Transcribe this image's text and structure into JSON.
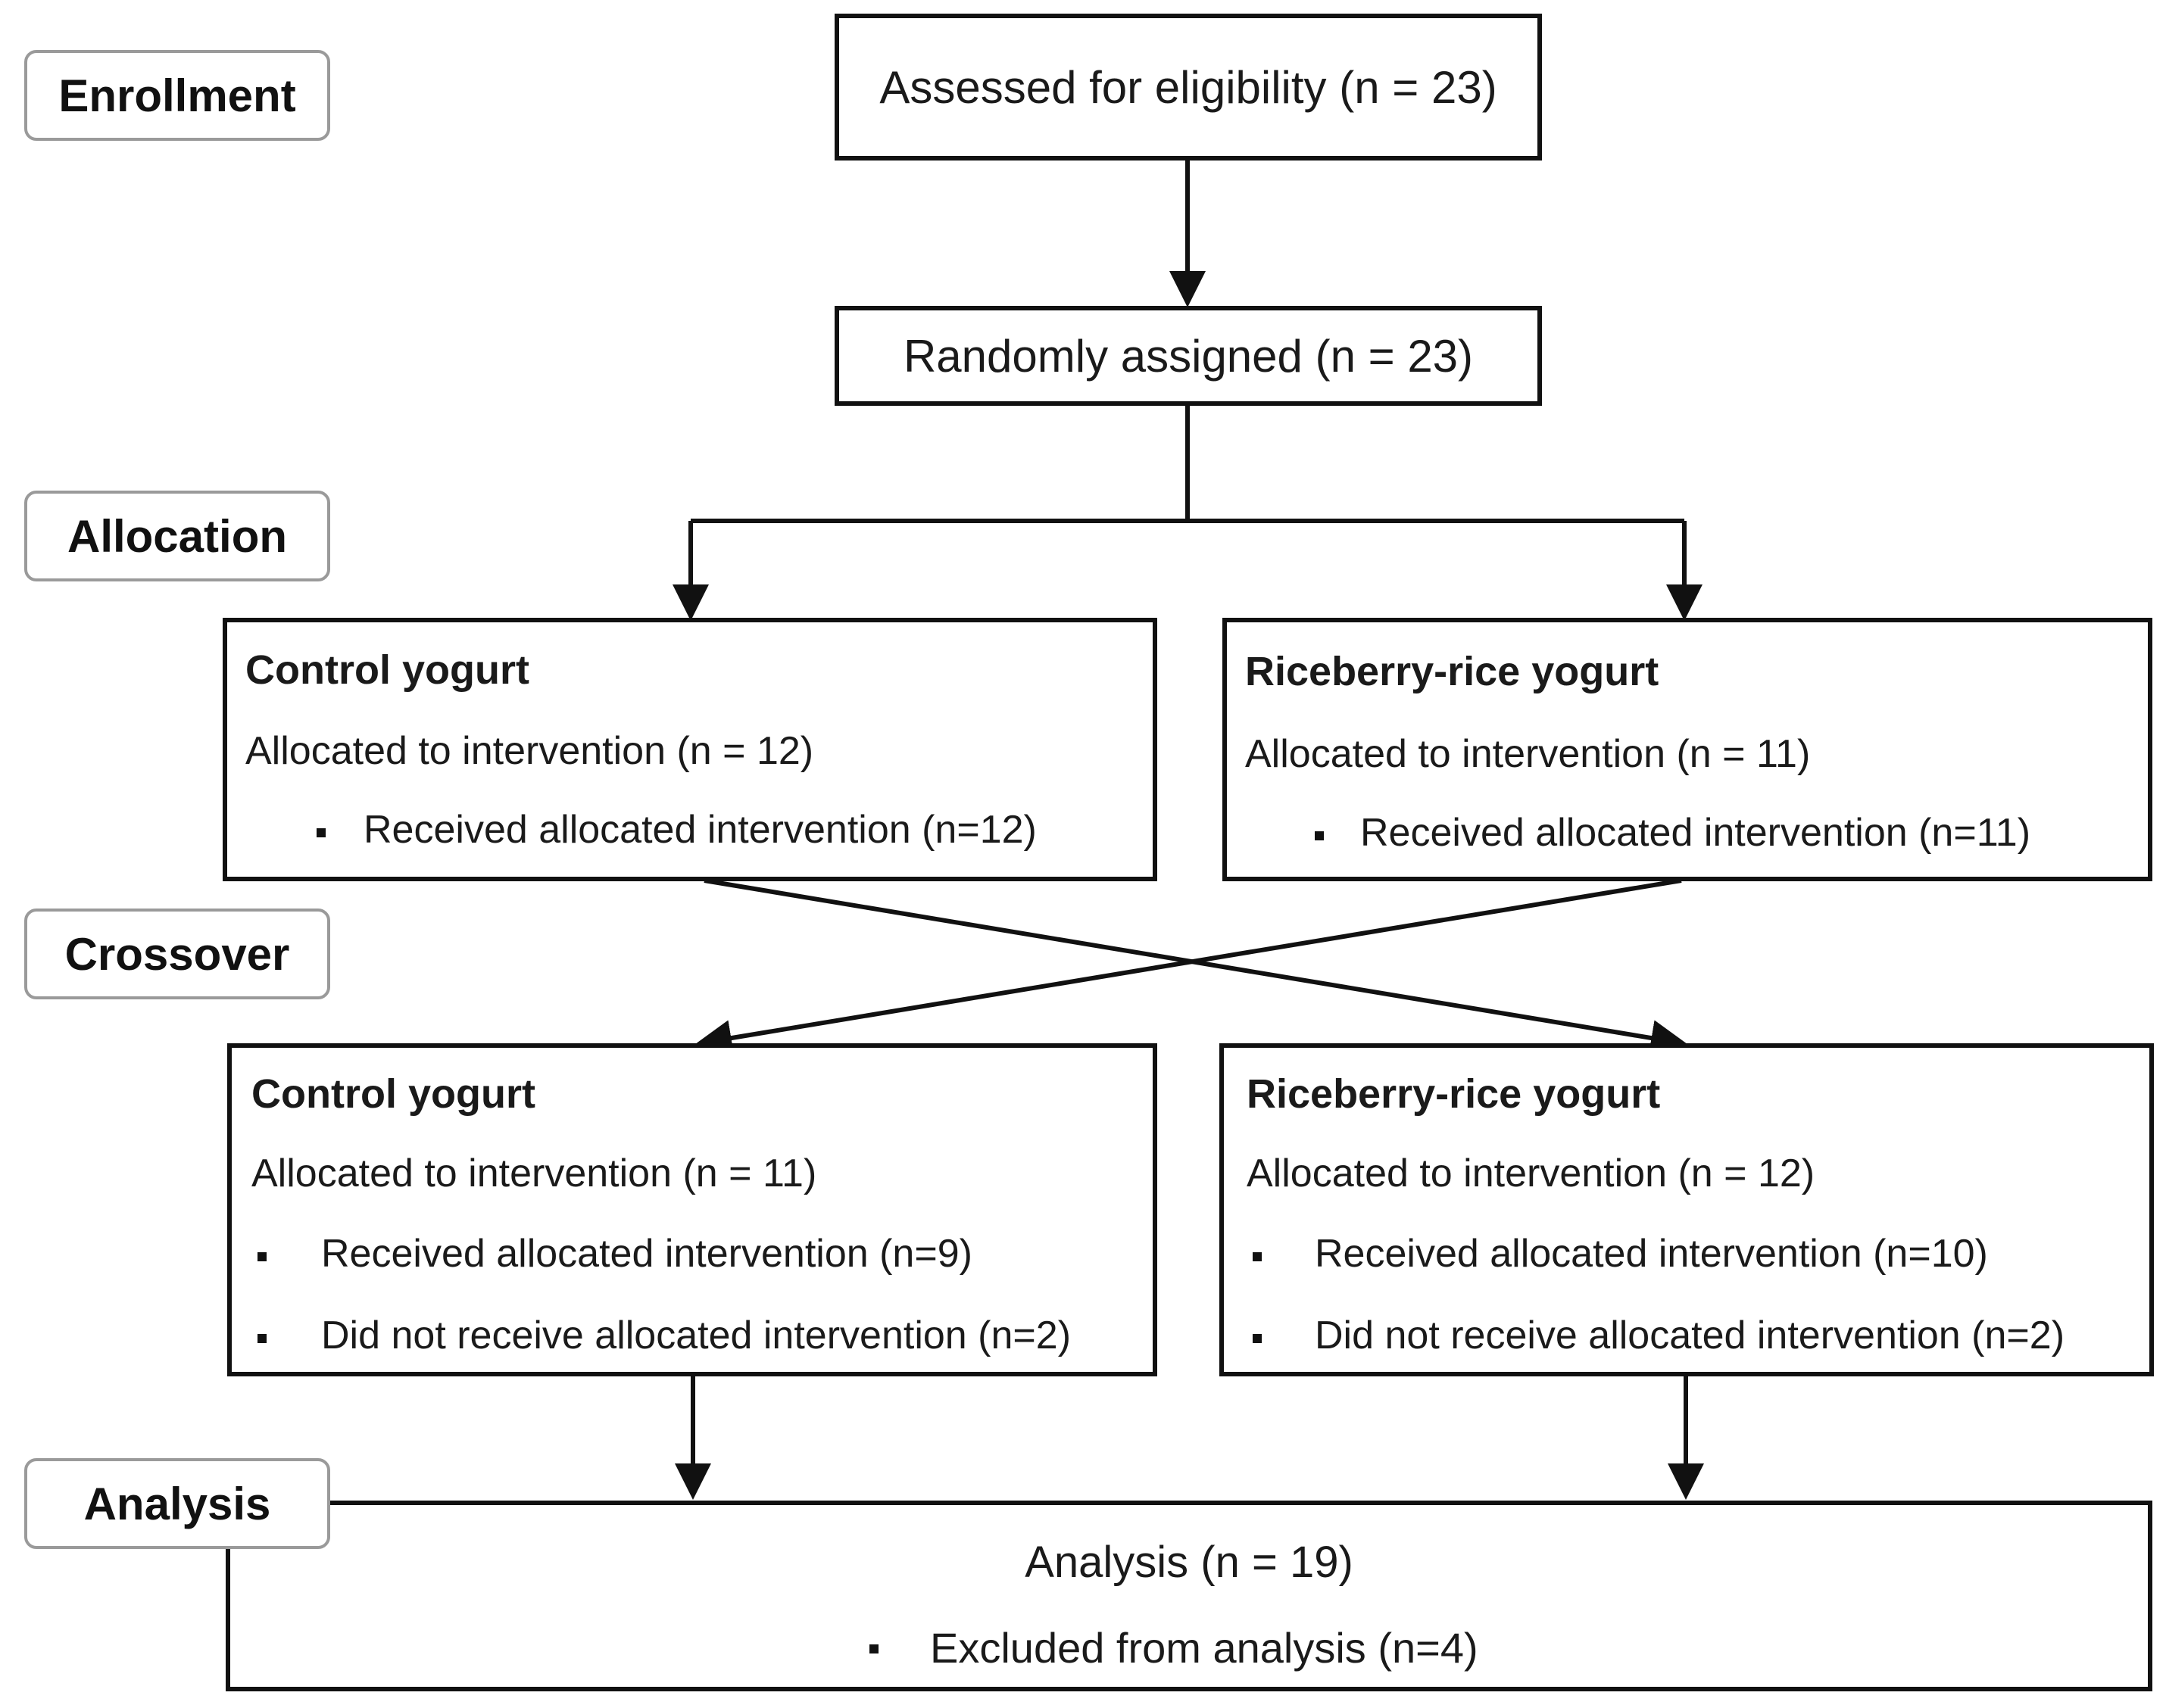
{
  "stages": {
    "enrollment": "Enrollment",
    "allocation": "Allocation",
    "crossover": "Crossover",
    "analysis": "Analysis"
  },
  "assessed": "Assessed for eligibility  (n = 23)",
  "randomized": "Randomly  assigned  (n = 23)",
  "period1": {
    "left": {
      "title": "Control yogurt",
      "allocated": "Allocated to intervention (n = 12)",
      "received": "Received allocated intervention (n=12)"
    },
    "right": {
      "title": "Riceberry-rice yogurt",
      "allocated": "Allocated to intervention (n = 11)",
      "received": "Received allocated intervention (n=11)"
    }
  },
  "period2": {
    "left": {
      "title": "Control yogurt",
      "allocated": "Allocated to intervention (n = 11)",
      "received": "Received allocated intervention (n=9)",
      "not_received": "Did not receive allocated intervention (n=2)"
    },
    "right": {
      "title": "Riceberry-rice yogurt",
      "allocated": "Allocated to intervention (n = 12)",
      "received": "Received allocated intervention (n=10)",
      "not_received": "Did not receive allocated intervention (n=2)"
    }
  },
  "analysis": {
    "main": "Analysis  (n = 19)",
    "excluded": "Excluded  from analysis  (n=4)"
  }
}
